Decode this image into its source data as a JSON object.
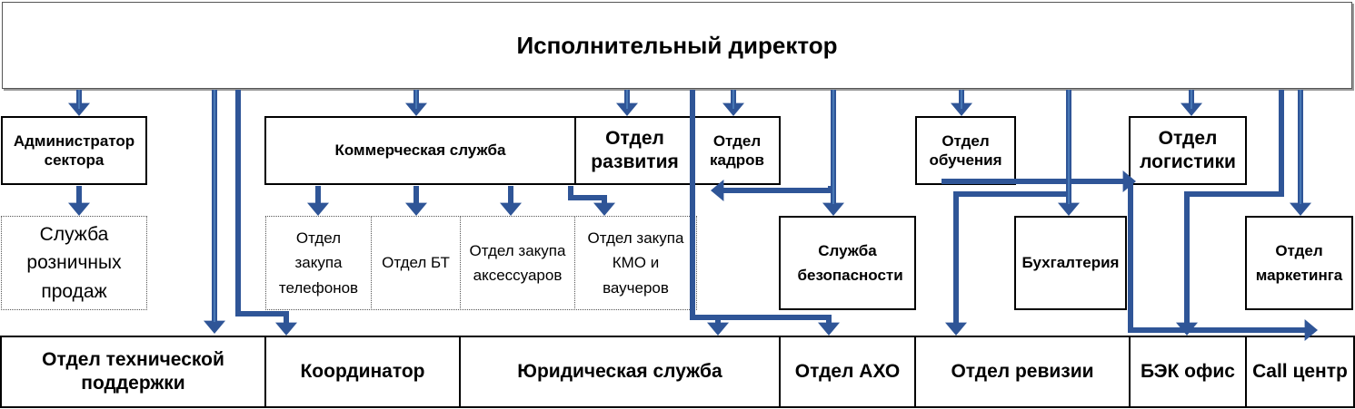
{
  "director": "Исполнительный директор",
  "units": {
    "admin": "Администратор сектора",
    "retail": "Служба розничных продаж",
    "commercial": "Коммерческая служба",
    "development": "Отдел развития",
    "hr": "Отдел кадров",
    "phones": "Отдел закупа телефонов",
    "bt": "Отдел БТ",
    "accessories": "Отдел закупа аксессуаров",
    "kmo": "Отдел закупа КМО и ваучеров",
    "security": "Служба безопасности",
    "training": "Отдел обучения",
    "accounting": "Бухгалтерия",
    "logistics": "Отдел логистики",
    "marketing": "Отдел маркетинга"
  },
  "bottom": {
    "tech_support": "Отдел технической поддержки",
    "coordinator": "Координатор",
    "legal": "Юридическая служба",
    "aho": "Отдел АХО",
    "audit": "Отдел ревизии",
    "bek": "БЭК офис",
    "call": "Call центр"
  },
  "colors": {
    "arrow_fill": "#2F5597",
    "arrow_light": "#4F81BD",
    "border": "#000000"
  }
}
